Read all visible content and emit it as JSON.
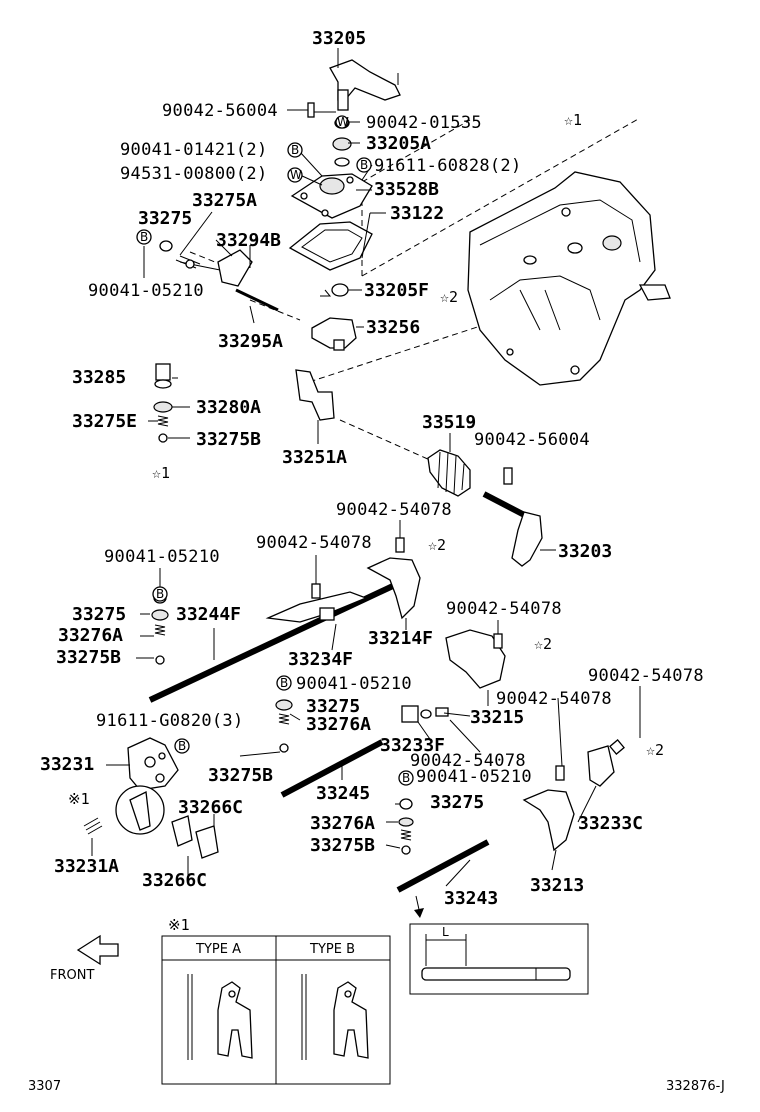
{
  "labels": {
    "p33205": "33205",
    "p90042_56004_a": "90042-56004",
    "p90042_01535": "90042-01535",
    "p90041_01421": "90041-01421(2)",
    "p33205A": "33205A",
    "p94531_00800": "94531-00800(2)",
    "p91611_60828": "91611-60828(2)",
    "p33528B": "33528B",
    "p33275A": "33275A",
    "p33275_a": "33275",
    "p33122": "33122",
    "p33294B": "33294B",
    "p90041_05210_a": "90041-05210",
    "p33205F": "33205F",
    "p33256": "33256",
    "p33295A": "33295A",
    "p33285": "33285",
    "p33280A": "33280A",
    "p33275E": "33275E",
    "p33275B_a": "33275B",
    "p33251A": "33251A",
    "p33519": "33519",
    "p90042_56004_b": "90042-56004",
    "p90042_54078_a": "90042-54078",
    "p33203": "33203",
    "p90041_05210_b": "90041-05210",
    "p90042_54078_b": "90042-54078",
    "p33275_b": "33275",
    "p33244F": "33244F",
    "p33276A_a": "33276A",
    "p33275B_b": "33275B",
    "p33214F": "33214F",
    "p33234F": "33234F",
    "p90042_54078_c": "90042-54078",
    "p90042_54078_d": "90042-54078",
    "p90041_05210_c": "90041-05210",
    "p33275_c": "33275",
    "p90042_54078_e": "90042-54078",
    "p91611_G0820": "91611-G0820(3)",
    "p33276A_b": "33276A",
    "p33215": "33215",
    "p33233F": "33233F",
    "p33231": "33231",
    "p90042_54078_f": "90042-54078",
    "p90041_05210_d": "90041-05210",
    "p33275B_c": "33275B",
    "p33245": "33245",
    "p33275_d": "33275",
    "p33266C_a": "33266C",
    "p33276A_c": "33276A",
    "p33233C": "33233C",
    "p33275B_d": "33275B",
    "p33231A": "33231A",
    "p33266C_b": "33266C",
    "p33213": "33213",
    "p33243": "33243",
    "note_x1": "※1"
  },
  "markers": {
    "star1": "☆1",
    "star2": "☆2",
    "ref1": "※1",
    "b": "B",
    "w": "W"
  },
  "inset": {
    "note": "※1",
    "type_a": "TYPE A",
    "type_b": "TYPE B",
    "dimension_label": "L"
  },
  "front_label": "FRONT",
  "footer": {
    "left": "3307",
    "right": "332876-J"
  }
}
